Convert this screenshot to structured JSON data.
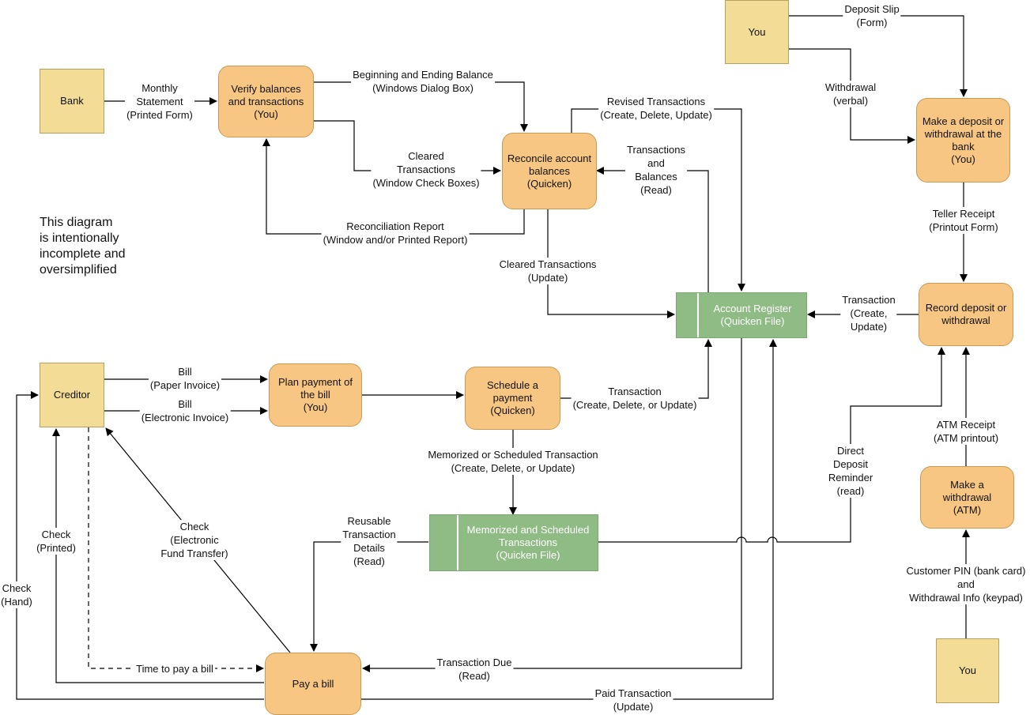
{
  "entities": {
    "bank": "Bank",
    "you_top": "You",
    "creditor": "Creditor",
    "you_bottom": "You"
  },
  "processes": {
    "verify": "Verify balances\nand transactions\n(You)",
    "reconcile": "Reconcile account\nbalances\n(Quicken)",
    "deposit_bank": "Make a deposit or\nwithdrawal at the\nbank\n(You)",
    "record": "Record deposit or\nwithdrawal",
    "plan": "Plan payment of\nthe bill\n(You)",
    "schedule": "Schedule a\npayment\n(Quicken)",
    "atm": "Make a\nwithdrawal\n(ATM)",
    "pay": "Pay a bill"
  },
  "stores": {
    "register": "Account Register\n(Quicken File)",
    "memorized": "Memorized and Scheduled\nTransactions\n(Quicken File)"
  },
  "flows": {
    "monthly_statement": "Monthly\nStatement\n(Printed Form)",
    "beginning_ending": "Beginning and Ending Balance\n(Windows Dialog Box)",
    "cleared_transactions": "Cleared\nTransactions\n(Window Check Boxes)",
    "reconciliation_report": "Reconciliation Report\n(Window and/or Printed Report)",
    "revised_transactions": "Revised Transactions\n(Create, Delete, Update)",
    "transactions_balances": "Transactions\nand\nBalances\n(Read)",
    "cleared_update": "Cleared Transactions\n(Update)",
    "deposit_slip": "Deposit Slip\n(Form)",
    "withdrawal_verbal": "Withdrawal\n(verbal)",
    "teller_receipt": "Teller Receipt\n(Printout Form)",
    "transaction_create_update": "Transaction\n(Create,\nUpdate)",
    "bill_paper": "Bill\n(Paper Invoice)",
    "bill_electronic": "Bill\n(Electronic Invoice)",
    "transaction_cdu": "Transaction\n(Create, Delete, or Update)",
    "memorized_cdu": "Memorized or Scheduled Transaction\n(Create, Delete, or Update)",
    "direct_deposit": "Direct\nDeposit\nReminder\n(read)",
    "atm_receipt": "ATM Receipt\n(ATM printout)",
    "customer_pin": "Customer PIN (bank card)\nand\nWithdrawal Info (keypad)",
    "check_eft": "Check\n(Electronic\nFund Transfer)",
    "check_printed": "Check\n(Printed)",
    "check_hand": "Check\n(Hand)",
    "reusable_details": "Reusable\nTransaction\nDetails\n(Read)",
    "time_to_pay": "Time to pay a bill",
    "transaction_due": "Transaction Due\n(Read)",
    "paid_transaction": "Paid Transaction\n(Update)"
  },
  "note": "This diagram\nis intentionally\nincomplete and\noversimplified",
  "colors": {
    "entity": "#f3dd96",
    "process": "#f7c682",
    "store": "#8fbb85",
    "line": "#000000"
  }
}
